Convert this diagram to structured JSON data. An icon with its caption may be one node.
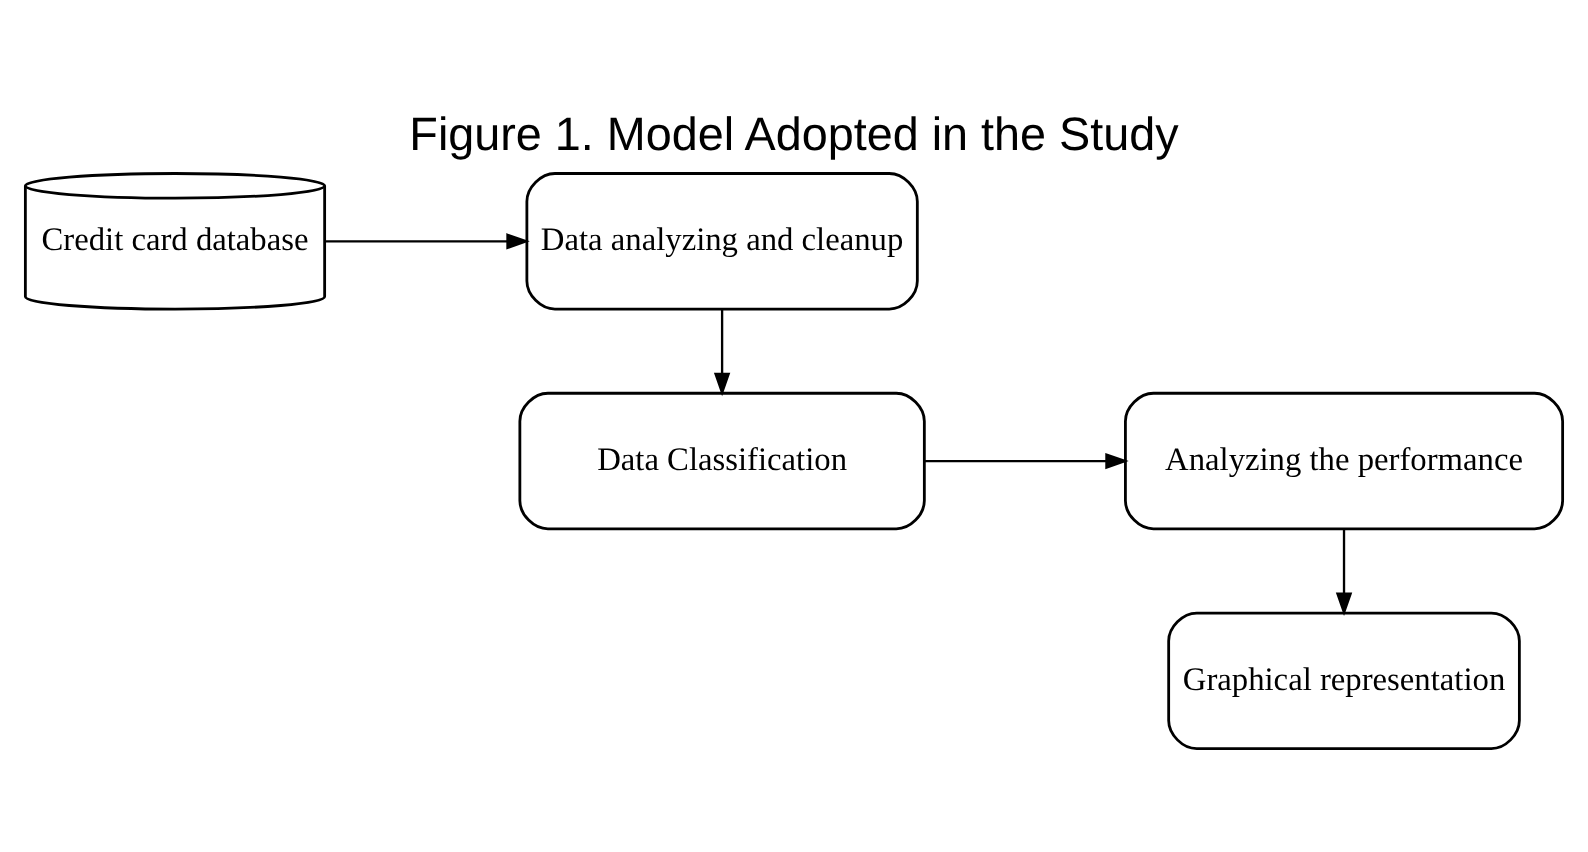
{
  "diagram": {
    "title": "Figure 1. Model Adopted in the Study",
    "nodes": [
      {
        "text": [
          "Credit card database"
        ]
      },
      {
        "text": [
          "Data analyzing and cleanup"
        ]
      },
      {
        "text": [
          "Data Classification"
        ]
      },
      {
        "text": [
          "Analyzing the performance"
        ]
      },
      {
        "text": [
          "Graphical representation"
        ]
      }
    ],
    "edges": [
      {
        "from": 0,
        "to": 1,
        "arrow": "to"
      },
      {
        "from": 1,
        "to": 2,
        "arrow": "to"
      },
      {
        "from": 2,
        "to": 3,
        "arrow": "to"
      },
      {
        "from": 3,
        "to": 4,
        "arrow": "to"
      }
    ]
  }
}
